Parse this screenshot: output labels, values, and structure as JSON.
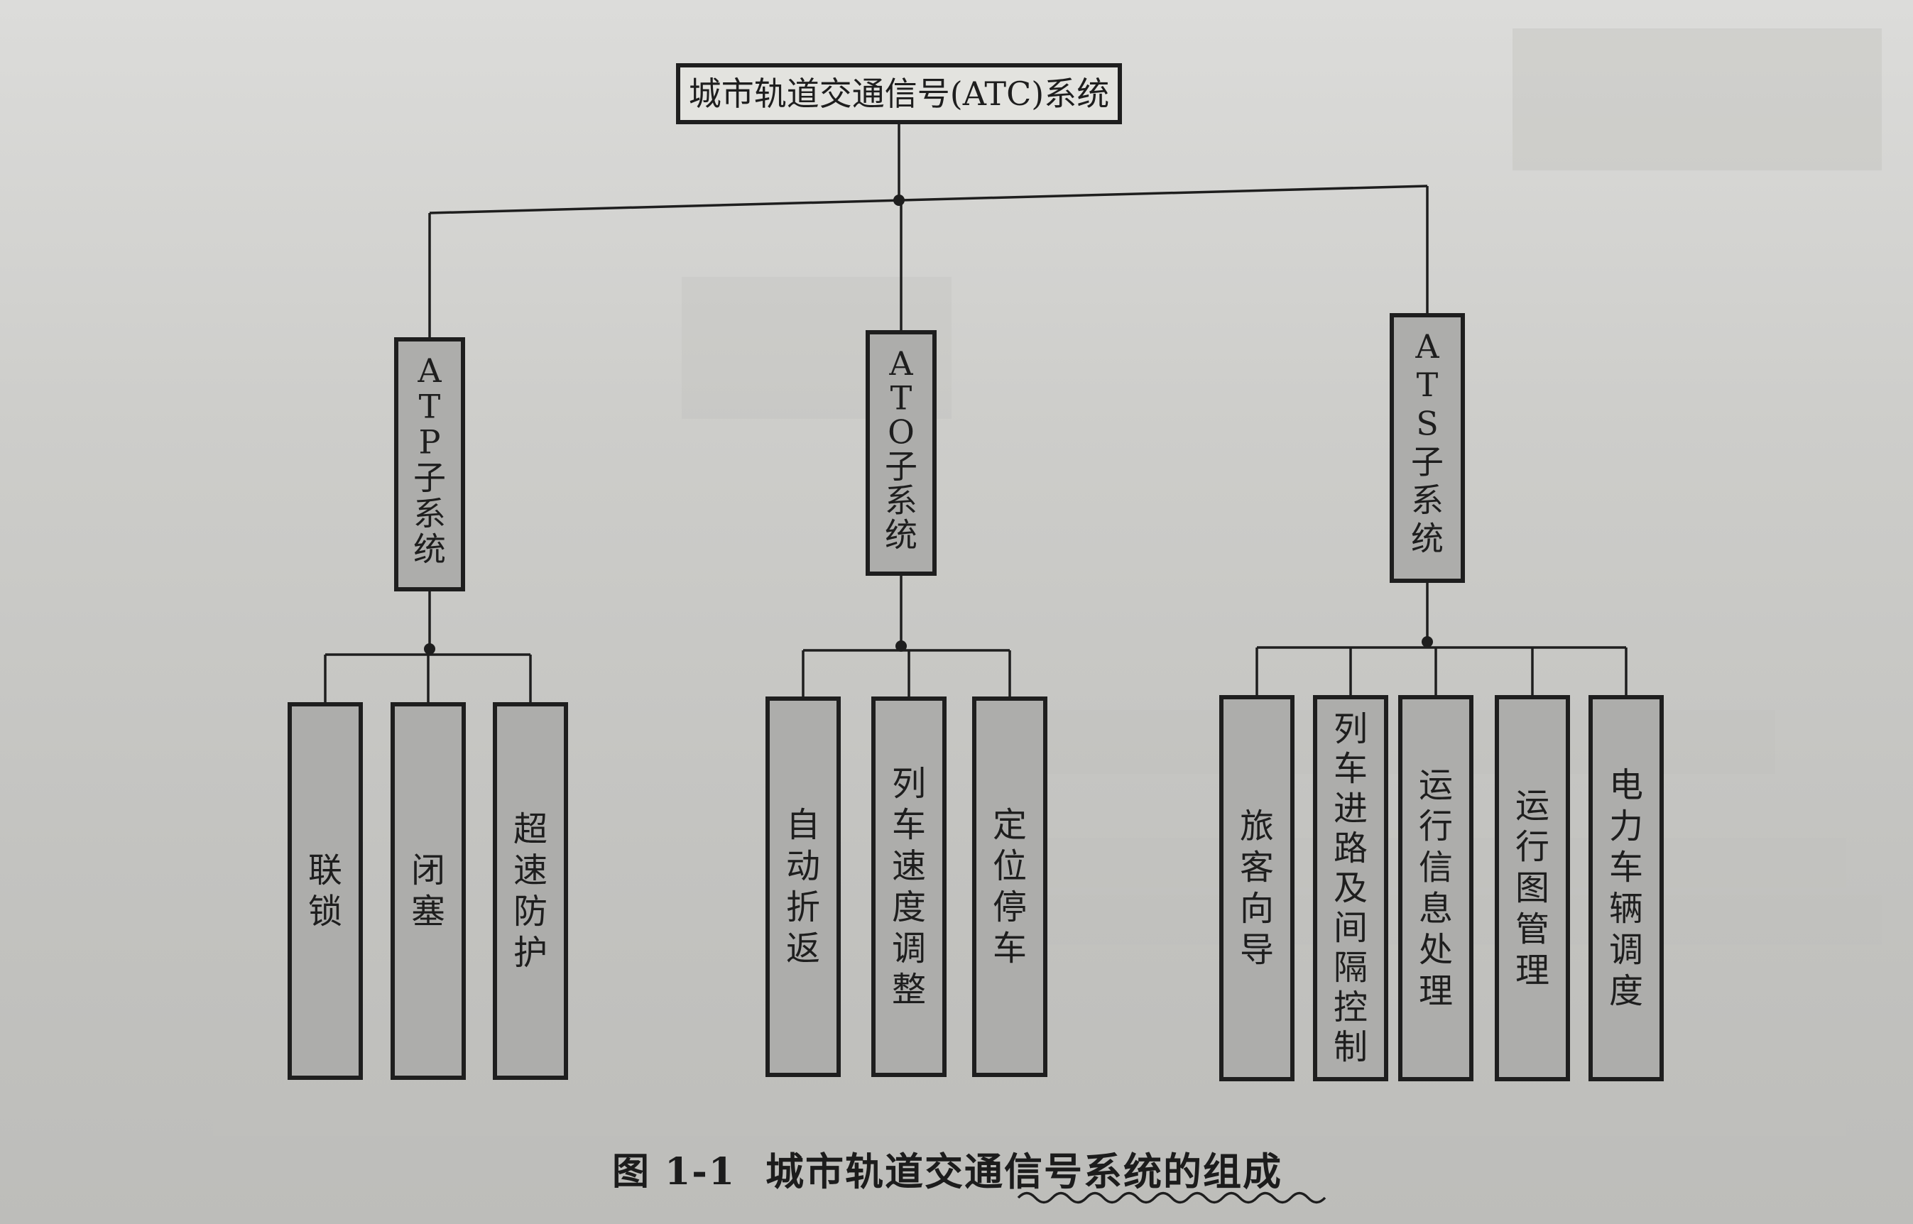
{
  "figure": {
    "number": "图 1-1",
    "title": "城市轨道交通信号系统的组成"
  },
  "root": {
    "label": "城市轨道交通信号(ATC)系统"
  },
  "subsystems": [
    {
      "chars": [
        "A",
        "T",
        "P",
        "子",
        "系",
        "统"
      ],
      "children": [
        {
          "chars": [
            "联",
            "锁"
          ]
        },
        {
          "chars": [
            "闭",
            "塞"
          ]
        },
        {
          "chars": [
            "超",
            "速",
            "防",
            "护"
          ]
        }
      ]
    },
    {
      "chars": [
        "A",
        "T",
        "O",
        "子",
        "系",
        "统"
      ],
      "children": [
        {
          "chars": [
            "自",
            "动",
            "折",
            "返"
          ]
        },
        {
          "chars": [
            "列",
            "车",
            "速",
            "度",
            "调",
            "整"
          ]
        },
        {
          "chars": [
            "定",
            "位",
            "停",
            "车"
          ]
        }
      ]
    },
    {
      "chars": [
        "A",
        "T",
        "S",
        "子",
        "系",
        "统"
      ],
      "children": [
        {
          "chars": [
            "旅",
            "客",
            "向",
            "导"
          ]
        },
        {
          "chars": [
            "列",
            "车",
            "进",
            "路",
            "及",
            "间",
            "隔",
            "控",
            "制"
          ]
        },
        {
          "chars": [
            "运",
            "行",
            "信",
            "息",
            "处",
            "理"
          ]
        },
        {
          "chars": [
            "运",
            "行",
            "图",
            "管",
            "理"
          ]
        },
        {
          "chars": [
            "电",
            "力",
            "车",
            "辆",
            "调",
            "度"
          ]
        }
      ]
    }
  ],
  "colors": {
    "paper": "#d2d2cf",
    "box_fill": "#adadab",
    "root_fill": "#e3e3df",
    "ink": "#1e1e1e",
    "accent_underline": "#1e1e1e"
  }
}
